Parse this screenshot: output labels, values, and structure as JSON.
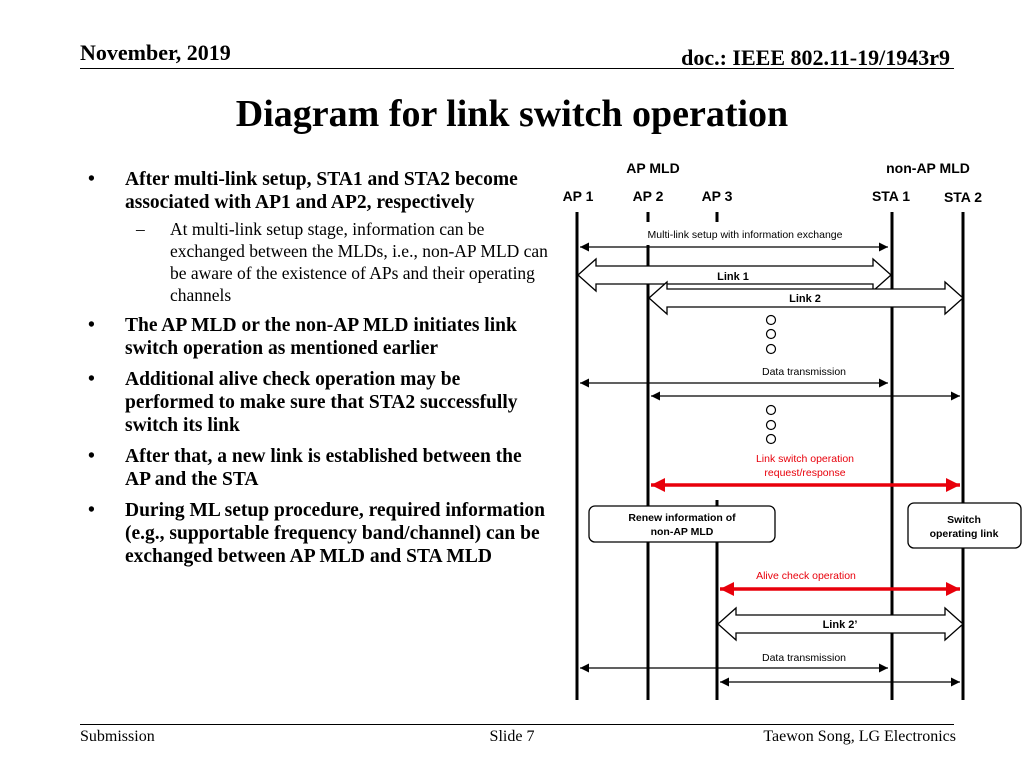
{
  "header": {
    "date": "November, 2019",
    "doc": "doc.: IEEE 802.11-19/1943r9"
  },
  "title": "Diagram for link switch operation",
  "bullets": [
    {
      "level": 1,
      "text": "After multi-link setup, STA1 and STA2 become associated with AP1 and AP2, respectively"
    },
    {
      "level": 2,
      "text": "At multi-link setup stage, information can be exchanged between the MLDs, i.e., non-AP MLD can be aware of the existence of APs and their operating channels"
    },
    {
      "level": 1,
      "text": "The AP MLD or the non-AP MLD initiates link switch operation as mentioned earlier"
    },
    {
      "level": 1,
      "text": "Additional alive check operation may be performed to make sure that STA2 successfully switch its link"
    },
    {
      "level": 1,
      "text": "After that, a new link is established between the AP and the STA"
    },
    {
      "level": 1,
      "text": "During ML setup procedure, required information (e.g., supportable frequency band/channel) can be exchanged between AP MLD and STA MLD"
    }
  ],
  "diagram": {
    "groups": {
      "ap_mld": "AP MLD",
      "non_ap_mld": "non-AP MLD"
    },
    "entities": {
      "ap1": "AP 1",
      "ap2": "AP 2",
      "ap3": "AP 3",
      "sta1": "STA 1",
      "sta2": "STA 2"
    },
    "labels": {
      "ml_setup": "Multi-link setup with information exchange",
      "link1": "Link 1",
      "link2": "Link 2",
      "data_tx_1": "Data transmission",
      "switch_req_line1": "Link switch operation",
      "switch_req_line2": "request/response",
      "renew_line1": "Renew information of",
      "renew_line2": "non-AP MLD",
      "switch_op_line1": "Switch",
      "switch_op_line2": "operating link",
      "alive_check": "Alive check operation",
      "link2_new": "Link 2’",
      "data_tx_2": "Data transmission"
    },
    "colors": {
      "highlight": "#e8000b",
      "line": "#000000"
    }
  },
  "footer": {
    "left": "Submission",
    "center": "Slide 7",
    "right": "Taewon Song, LG Electronics"
  }
}
